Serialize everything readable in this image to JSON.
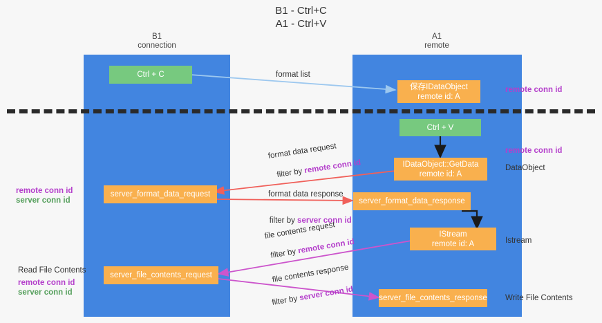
{
  "title": "B1 - Ctrl+C\nA1 - Ctrl+V",
  "columns": [
    {
      "name": "b1",
      "heading": "B1\nconnection"
    },
    {
      "name": "a1",
      "heading": "A1\nremote"
    }
  ],
  "nodes": {
    "ctrl_c": "Ctrl + C",
    "save_idataobject": "保存IDataObject\nremote id: A",
    "ctrl_v": "Ctrl + V",
    "idataobject_getdata": "IDataObject::GetData\nremote id: A",
    "server_format_data_request": "server_format_data_request",
    "server_format_data_response": "server_format_data_response",
    "istream": "IStream\nremote id: A",
    "server_file_contents_request": "server_file_contents_request",
    "server_file_contents_response": "server_file_contents_response"
  },
  "edge_labels": {
    "format_list": "format list",
    "format_data_request": "format data request",
    "format_data_request_filter_prefix": "filter by ",
    "format_data_request_filter_key": "remote conn id",
    "format_data_response": "format data response",
    "format_data_response_filter_prefix": "filter by ",
    "format_data_response_filter_key": "server conn id",
    "file_contents_request": "file contents request",
    "file_contents_request_filter_prefix": "filter by ",
    "file_contents_request_filter_key": "remote conn id",
    "file_contents_response": "file contents response",
    "file_contents_response_filter_prefix": "filter by ",
    "file_contents_response_filter_key": "server conn id"
  },
  "annotations": {
    "right_remote_conn_id_top": "remote conn id",
    "right_remote_conn_id_mid": "remote conn id",
    "right_dataobject": "DataObject",
    "right_istream": "Istream",
    "right_write_file_contents": "Write File Contents",
    "left_remote_conn_id": "remote conn id",
    "left_server_conn_id": "server conn id",
    "left_read_file_contents": "Read File Contents",
    "left_bottom_remote_conn_id": "remote conn id",
    "left_bottom_server_conn_id": "server conn id"
  },
  "colors": {
    "lane": "#4285e0",
    "green_node": "#77c97f",
    "orange_node": "#f9b04e",
    "purple_text": "#b43fcb",
    "green_text": "#57a05e",
    "arrow_lightblue": "#9dc8ef",
    "arrow_red": "#f0605a",
    "arrow_magenta": "#cc55cc",
    "arrow_black": "#1a1a1a",
    "background": "#f7f7f7"
  }
}
